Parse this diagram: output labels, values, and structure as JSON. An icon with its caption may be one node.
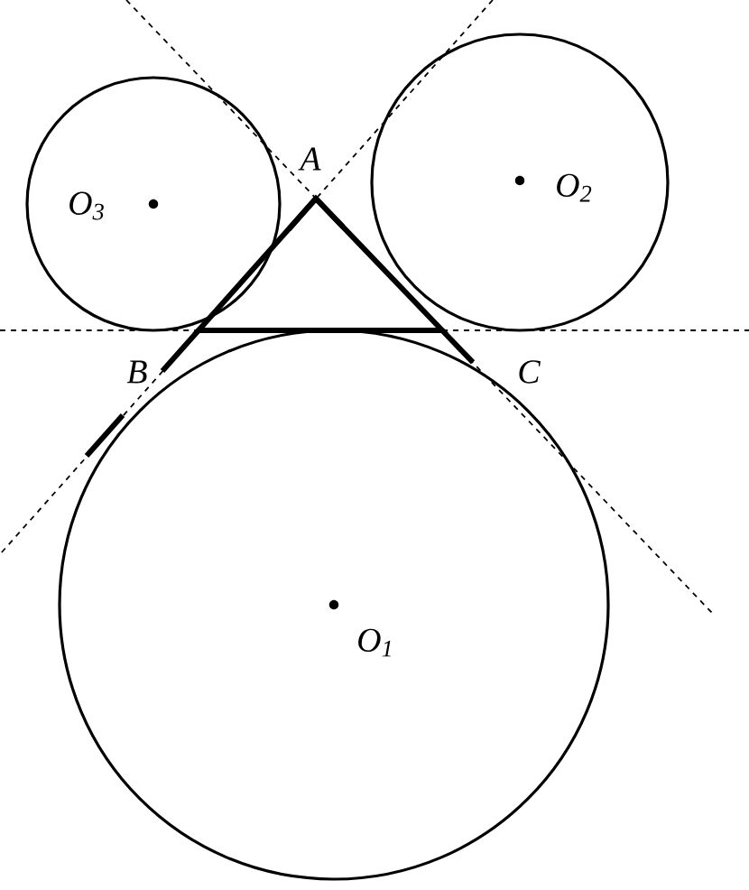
{
  "diagram": {
    "labels": [
      "A",
      "O$_{3}$",
      "O$_{2}$",
      "B",
      "C",
      "O$_{1}$"
    ]
  }
}
